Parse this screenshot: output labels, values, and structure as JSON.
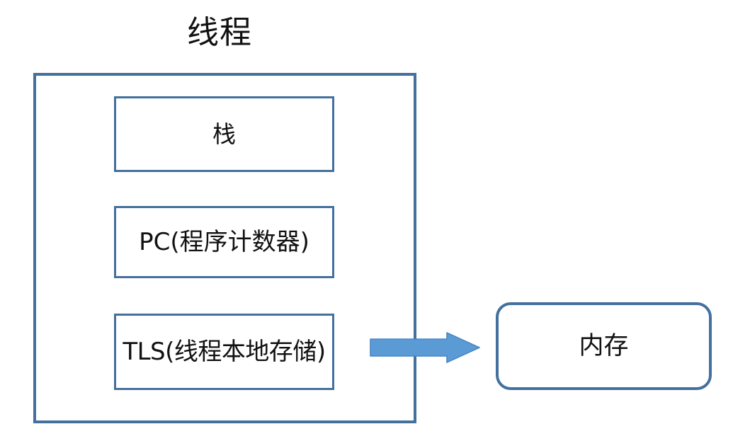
{
  "diagram": {
    "title": "线程",
    "thread_container": {
      "name": "线程",
      "components": [
        {
          "id": "stack",
          "label": "栈"
        },
        {
          "id": "pc",
          "label": "PC(程序计数器)"
        },
        {
          "id": "tls",
          "label": "TLS(线程本地存储)"
        }
      ]
    },
    "external": {
      "memory": {
        "id": "memory",
        "label": "内存"
      }
    },
    "connector": {
      "id": "thread-to-memory-arrow",
      "icon": "right-block-arrow",
      "direction": "right",
      "from": "线程",
      "to": "内存"
    },
    "colors": {
      "border_blue": "#43709E",
      "arrow_fill": "#5B9BD5",
      "arrow_stroke": "#4A86C4",
      "text": "#111111",
      "background": "#FFFFFF"
    }
  }
}
